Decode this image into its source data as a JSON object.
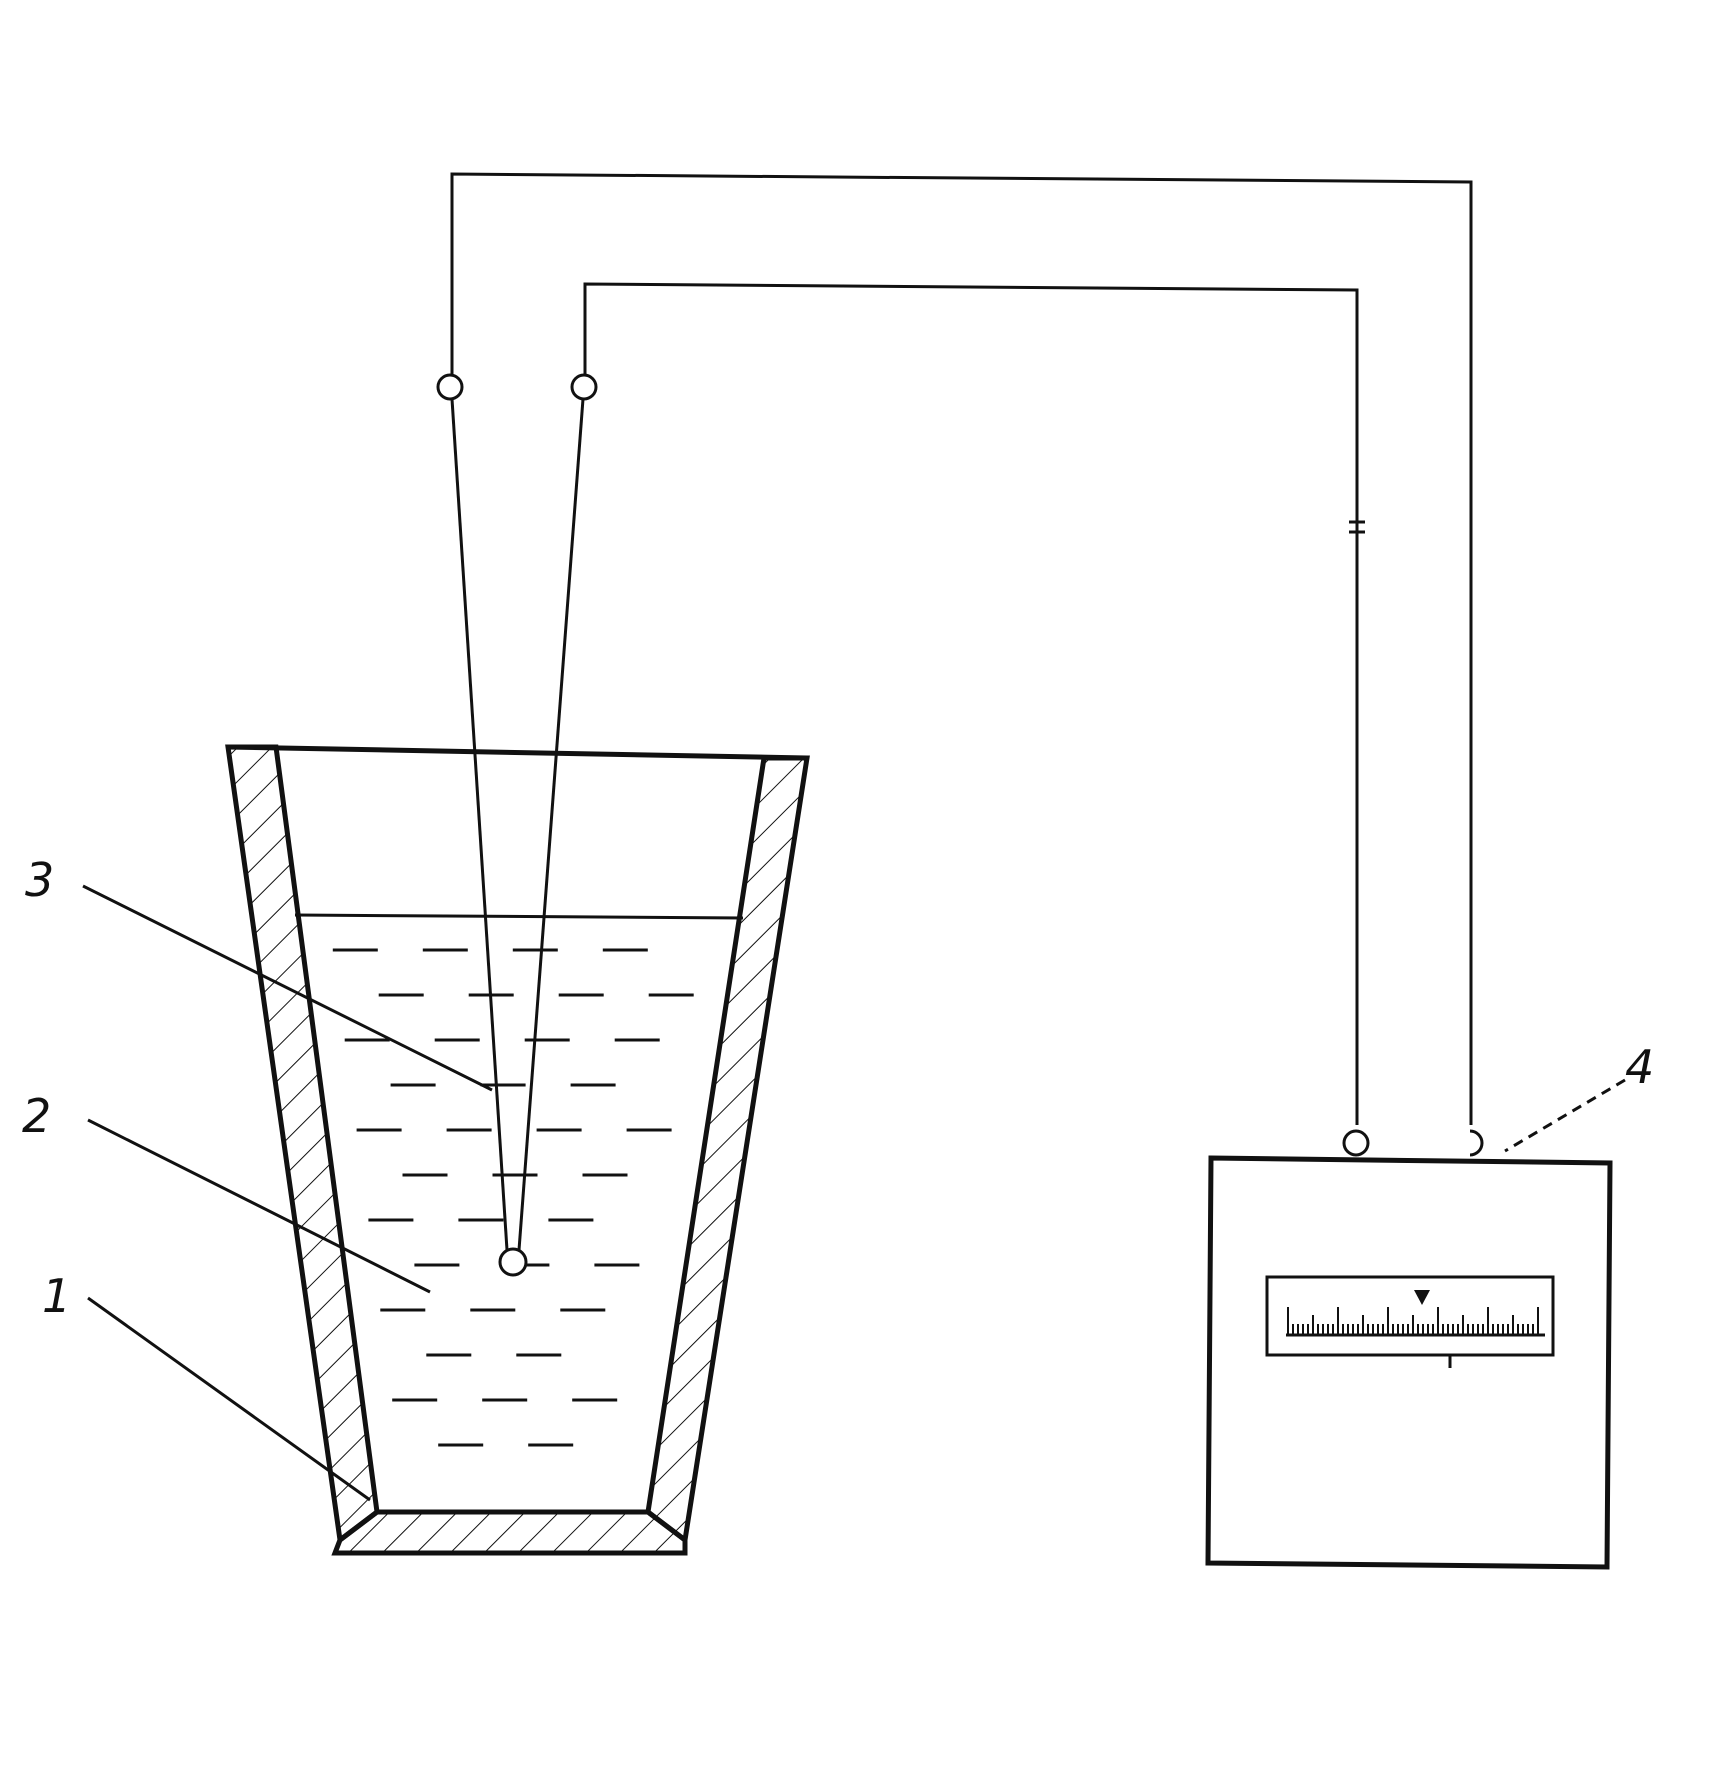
{
  "colors": {
    "ink": "#111111",
    "paper": "#ffffff"
  },
  "icons": {
    "terminal": "circle-terminal-icon",
    "junction": "circle-junction-icon",
    "meter": "meter-dial-icon"
  },
  "callouts": [
    {
      "id": "crucible-wall",
      "label": "1"
    },
    {
      "id": "melt",
      "label": "2"
    },
    {
      "id": "thermocouple",
      "label": "3"
    },
    {
      "id": "meter",
      "label": "4"
    }
  ]
}
